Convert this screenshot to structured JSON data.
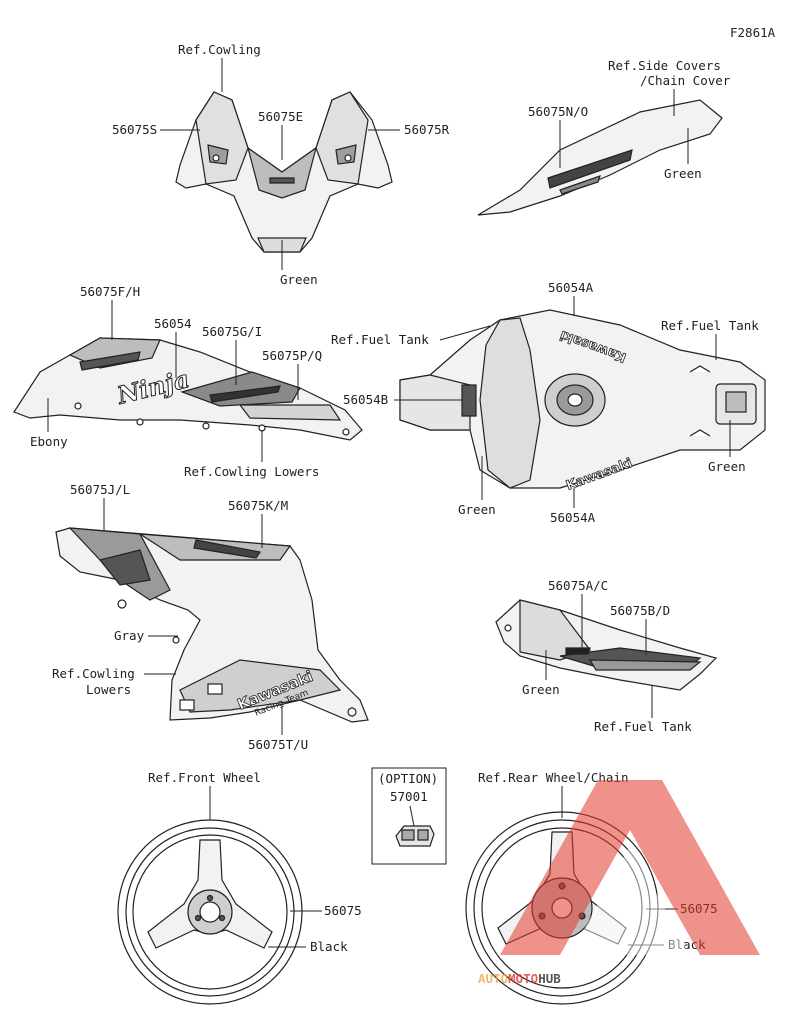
{
  "diagram_code": "F2861A",
  "labels": {
    "ref_cowling": "Ref.Cowling",
    "p56075S": "56075S",
    "p56075E": "56075E",
    "p56075R": "56075R",
    "green_cowl": "Green",
    "ref_side_covers": "Ref.Side Covers",
    "chain_cover": "/Chain Cover",
    "p56075NO": "56075N/O",
    "green_side": "Green",
    "p56075FH": "56075F/H",
    "p56054": "56054",
    "p56075GI": "56075G/I",
    "p56075PQ": "56075P/Q",
    "ebony": "Ebony",
    "ref_cowling_lowers_1": "Ref.Cowling Lowers",
    "ref_fuel_tank_left": "Ref.Fuel Tank",
    "p56054A_top": "56054A",
    "ref_fuel_tank_right": "Ref.Fuel Tank",
    "p56054B": "56054B",
    "green_tank_right": "Green",
    "green_tank_left": "Green",
    "p56054A_bottom": "56054A",
    "p56075JL": "56075J/L",
    "p56075KM": "56075K/M",
    "gray": "Gray",
    "ref_cowling_lowers_2a": "Ref.Cowling",
    "ref_cowling_lowers_2b": "Lowers",
    "p56075TU": "56075T/U",
    "p56075AC": "56075A/C",
    "p56075BD": "56075B/D",
    "green_tail": "Green",
    "ref_fuel_tank_tail": "Ref.Fuel Tank",
    "ref_front_wheel": "Ref.Front Wheel",
    "option": "(OPTION)",
    "p57001": "57001",
    "ref_rear_wheel": "Ref.Rear Wheel/Chain",
    "p56075_front": "56075",
    "black_front": "Black",
    "p56075_rear": "56075",
    "black_rear": "Black"
  },
  "decal_text": {
    "ninja": "Ninja",
    "kawasaki_tank": "Kawasaki",
    "kawasaki_cowl": "Kawasaki",
    "racing_team": "Racing Team"
  },
  "watermark": {
    "auto": "AUTO",
    "moto": "MOTO",
    "hub": "HUB"
  },
  "colors": {
    "line": "#222222",
    "watermark_red": "#e23b2e",
    "watermark_orange": "#f0a23a",
    "watermark_dark": "#3a3a3a"
  }
}
